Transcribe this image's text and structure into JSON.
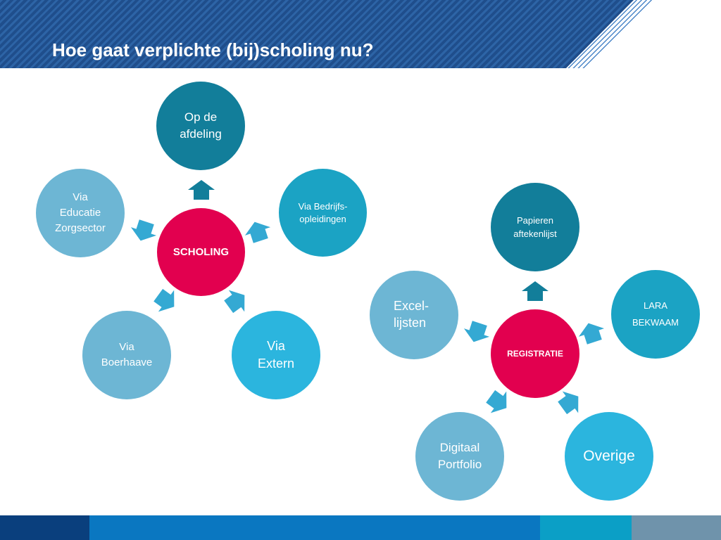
{
  "title": "Hoe gaat verplichte (bij)scholing nu?",
  "colors": {
    "header_blue": "#1f4e8c",
    "hub": "#e2004f",
    "dark_teal": "#127e9a",
    "mid_teal": "#1ba3c4",
    "light_blue": "#6db6d4",
    "bright_cyan": "#2bb5de",
    "arrow": "#34a9d3"
  },
  "scholing": {
    "hub": "SCHOLING",
    "op_de_afdeling": "Op de\nafdeling",
    "bedrijfsopleidingen": "Via Bedrijfs-\nopleidingen",
    "extern": "Via\nExtern",
    "boerhaave": "Via\nBoerhaave",
    "educatie": "Via\nEducatie\nZorgsector"
  },
  "registratie": {
    "hub": "REGISTRATIE",
    "papieren": "Papieren\naftekenlijst",
    "lara_1": "LARA",
    "lara_2": "BEKWAAM",
    "overige": "Overige",
    "digitaal": "Digitaal\nPortfolio",
    "excel": "Excel-\nlijsten"
  },
  "footer_colors": [
    "#0a3f7d",
    "#0a77c1",
    "#0a77c1",
    "#0b9fc6",
    "#6f93ab"
  ]
}
